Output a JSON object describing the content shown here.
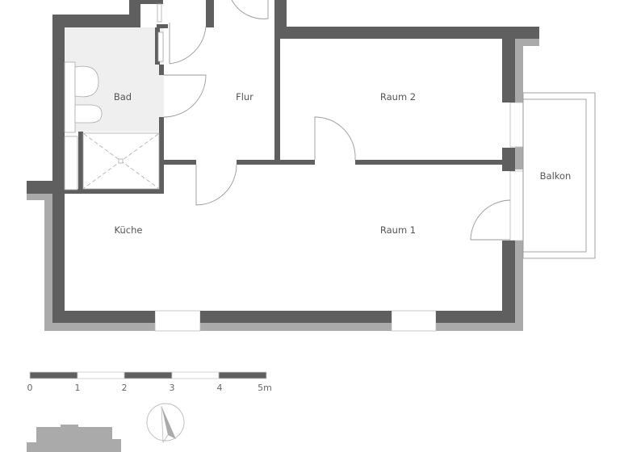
{
  "rooms": [
    {
      "id": "bad",
      "label": "Bad"
    },
    {
      "id": "flur",
      "label": "Flur"
    },
    {
      "id": "raum2",
      "label": "Raum 2"
    },
    {
      "id": "balkon",
      "label": "Balkon"
    },
    {
      "id": "kueche",
      "label": "Küche"
    },
    {
      "id": "raum1",
      "label": "Raum 1"
    }
  ],
  "scale_bar": {
    "ticks": [
      "0",
      "1",
      "2",
      "3",
      "4",
      "5m"
    ]
  },
  "icons": [
    "north-arrow-icon",
    "building-site-plan-icon"
  ],
  "colors": {
    "wall": "#5f5f5f",
    "insulation": "#aaaaaa",
    "bath_floor": "#efefef",
    "line": "#9a9a9a"
  }
}
